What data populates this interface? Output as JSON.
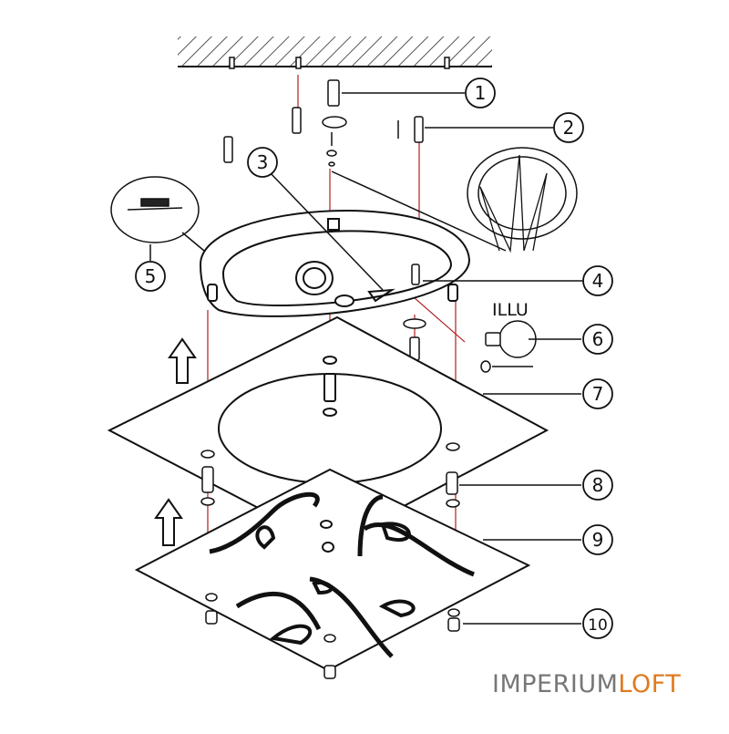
{
  "callouts": [
    "1",
    "2",
    "3",
    "4",
    "5",
    "6",
    "7",
    "8",
    "9",
    "10"
  ],
  "bulb_label": "ILLU",
  "brand": {
    "part1": "IMPERIUM",
    "part2": "LOFT"
  },
  "colors": {
    "line": "#111111",
    "wire": "#b02020",
    "brand_gray": "#777777",
    "brand_orange": "#e07a1f"
  }
}
